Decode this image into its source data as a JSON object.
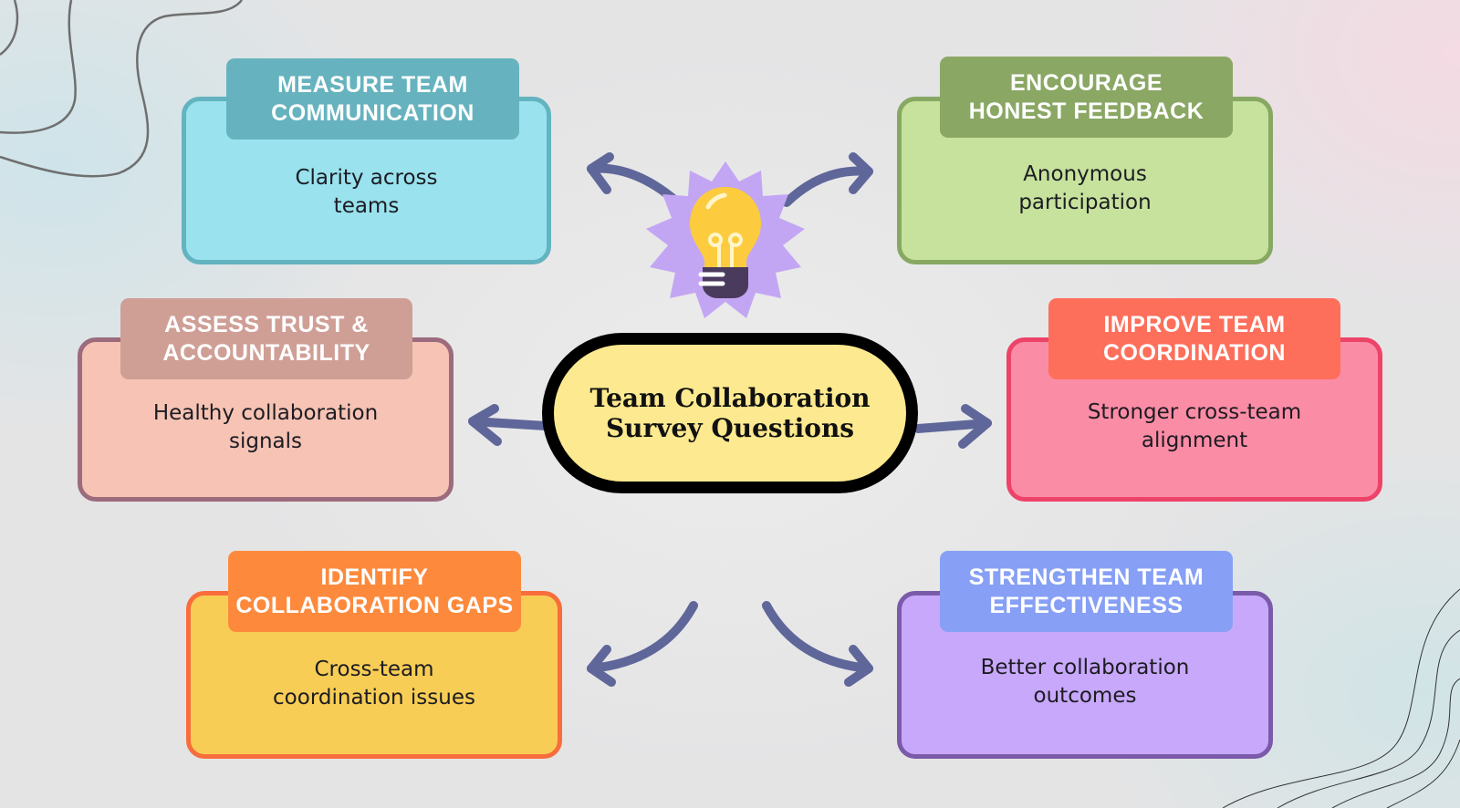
{
  "diagram": {
    "title": "Team Collaboration\nSurvey Questions",
    "center_icon": "lightbulb-idea-icon",
    "colors": {
      "arrow": "#5f6699",
      "center_fill": "#fde98f",
      "center_border": "#000000",
      "starburst": "#c3a6f3",
      "bulb": "#fccb3e",
      "bulb_base": "#4a3a5c"
    },
    "nodes": [
      {
        "id": "measure-team-communication",
        "title": "MEASURE TEAM\nCOMMUNICATION",
        "description": "Clarity across\nteams",
        "position": "top-left",
        "tag_color": "#66b3bf",
        "card_fill": "#99e2ee",
        "card_border": "#63b3c0"
      },
      {
        "id": "encourage-honest-feedback",
        "title": "ENCOURAGE\nHONEST FEEDBACK",
        "description": "Anonymous\nparticipation",
        "position": "top-right",
        "tag_color": "#8aa764",
        "card_fill": "#c6e29d",
        "card_border": "#87a862"
      },
      {
        "id": "assess-trust-accountability",
        "title": "ASSESS TRUST &\nACCOUNTABILITY",
        "description": "Healthy collaboration\nsignals",
        "position": "middle-left",
        "tag_color": "#cf9f96",
        "card_fill": "#f6c3b4",
        "card_border": "#9c6b7d"
      },
      {
        "id": "improve-team-coordination",
        "title": "IMPROVE TEAM\nCOORDINATION",
        "description": "Stronger cross-team\nalignment",
        "position": "middle-right",
        "tag_color": "#fd6f5b",
        "card_fill": "#fb8ca6",
        "card_border": "#ee4368"
      },
      {
        "id": "identify-collaboration-gaps",
        "title": "IDENTIFY\nCOLLABORATION GAPS",
        "description": "Cross-team\ncoordination issues",
        "position": "bottom-left",
        "tag_color": "#fd8a3c",
        "card_fill": "#f8cd55",
        "card_border": "#f86d3c"
      },
      {
        "id": "strengthen-team-effectiveness",
        "title": "STRENGTHEN TEAM\nEFFECTIVENESS",
        "description": "Better collaboration\noutcomes",
        "position": "bottom-right",
        "tag_color": "#87a0f5",
        "card_fill": "#c8a8fb",
        "card_border": "#7a5aa9"
      }
    ]
  }
}
